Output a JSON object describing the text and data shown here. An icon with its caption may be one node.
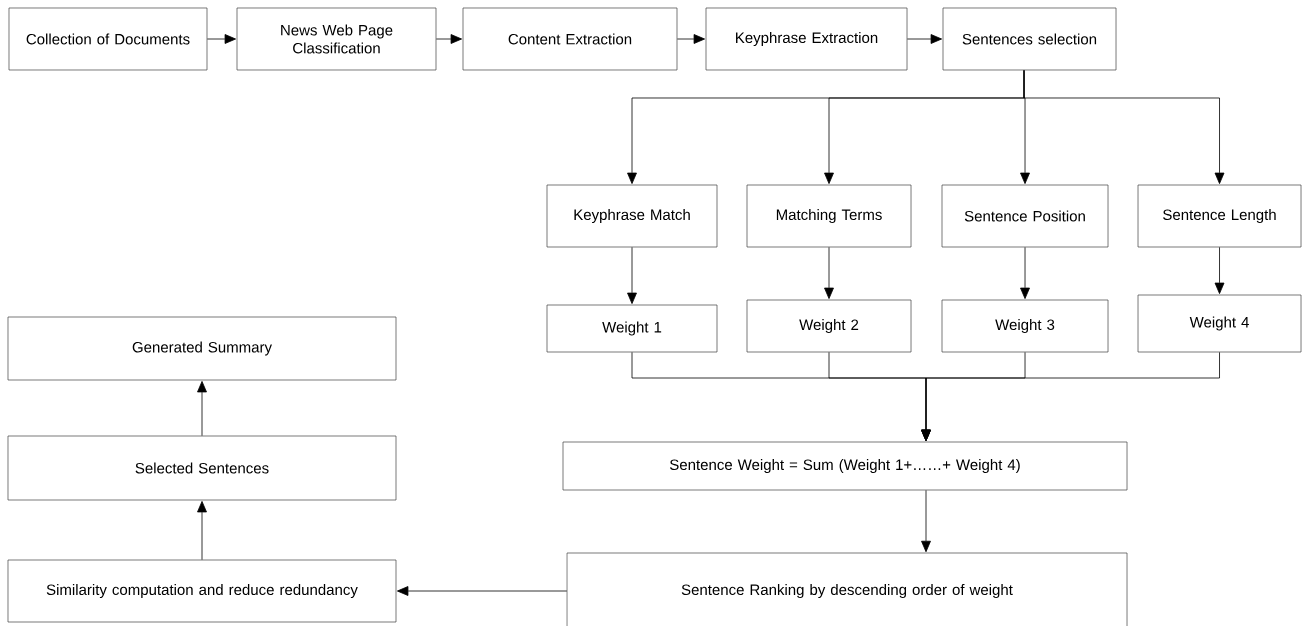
{
  "diagram": {
    "nodes": [
      {
        "text": [
          "Collection of Documents"
        ]
      },
      {
        "text": [
          "News Web Page Classification"
        ]
      },
      {
        "text": [
          "Content Extraction"
        ]
      },
      {
        "text": [
          "Keyphrase Extraction"
        ]
      },
      {
        "text": [
          "Sentences selection"
        ]
      },
      {
        "text": [
          "Keyphrase Match"
        ]
      },
      {
        "text": [
          "Matching Terms"
        ]
      },
      {
        "text": [
          "Sentence Position"
        ]
      },
      {
        "text": [
          "Sentence Length"
        ]
      },
      {
        "text": [
          "Weight 1"
        ]
      },
      {
        "text": [
          "Weight 2"
        ]
      },
      {
        "text": [
          "Weight 3"
        ]
      },
      {
        "text": [
          "Weight 4"
        ]
      },
      {
        "text": [
          "Generated Summary"
        ]
      },
      {
        "text": [
          "Selected Sentences"
        ]
      },
      {
        "text": [
          "Sentence Weight = Sum (Weight 1+……+ Weight 4)"
        ]
      },
      {
        "text": [
          "Sentence Ranking by descending order of weight"
        ]
      },
      {
        "text": [
          "Similarity computation and reduce redundancy"
        ]
      }
    ],
    "edges": [
      {
        "from": 0,
        "to": 1,
        "arrow": "to"
      },
      {
        "from": 1,
        "to": 2,
        "arrow": "to"
      },
      {
        "from": 2,
        "to": 3,
        "arrow": "to"
      },
      {
        "from": 3,
        "to": 4,
        "arrow": "to"
      },
      {
        "from": 4,
        "to": 5,
        "arrow": "to"
      },
      {
        "from": 4,
        "to": 6,
        "arrow": "to"
      },
      {
        "from": 4,
        "to": 7,
        "arrow": "to"
      },
      {
        "from": 4,
        "to": 8,
        "arrow": "to"
      },
      {
        "from": 5,
        "to": 9,
        "arrow": "to"
      },
      {
        "from": 6,
        "to": 10,
        "arrow": "to"
      },
      {
        "from": 7,
        "to": 11,
        "arrow": "to"
      },
      {
        "from": 8,
        "to": 12,
        "arrow": "to"
      },
      {
        "from": 9,
        "to": 15,
        "arrow": "to"
      },
      {
        "from": 10,
        "to": 15,
        "arrow": "to"
      },
      {
        "from": 11,
        "to": 15,
        "arrow": "to"
      },
      {
        "from": 12,
        "to": 15,
        "arrow": "to"
      },
      {
        "from": 15,
        "to": 16,
        "arrow": "to"
      },
      {
        "from": 16,
        "to": 17,
        "arrow": "to"
      },
      {
        "from": 17,
        "to": 14,
        "arrow": "to"
      },
      {
        "from": 14,
        "to": 13,
        "arrow": "to"
      }
    ]
  }
}
